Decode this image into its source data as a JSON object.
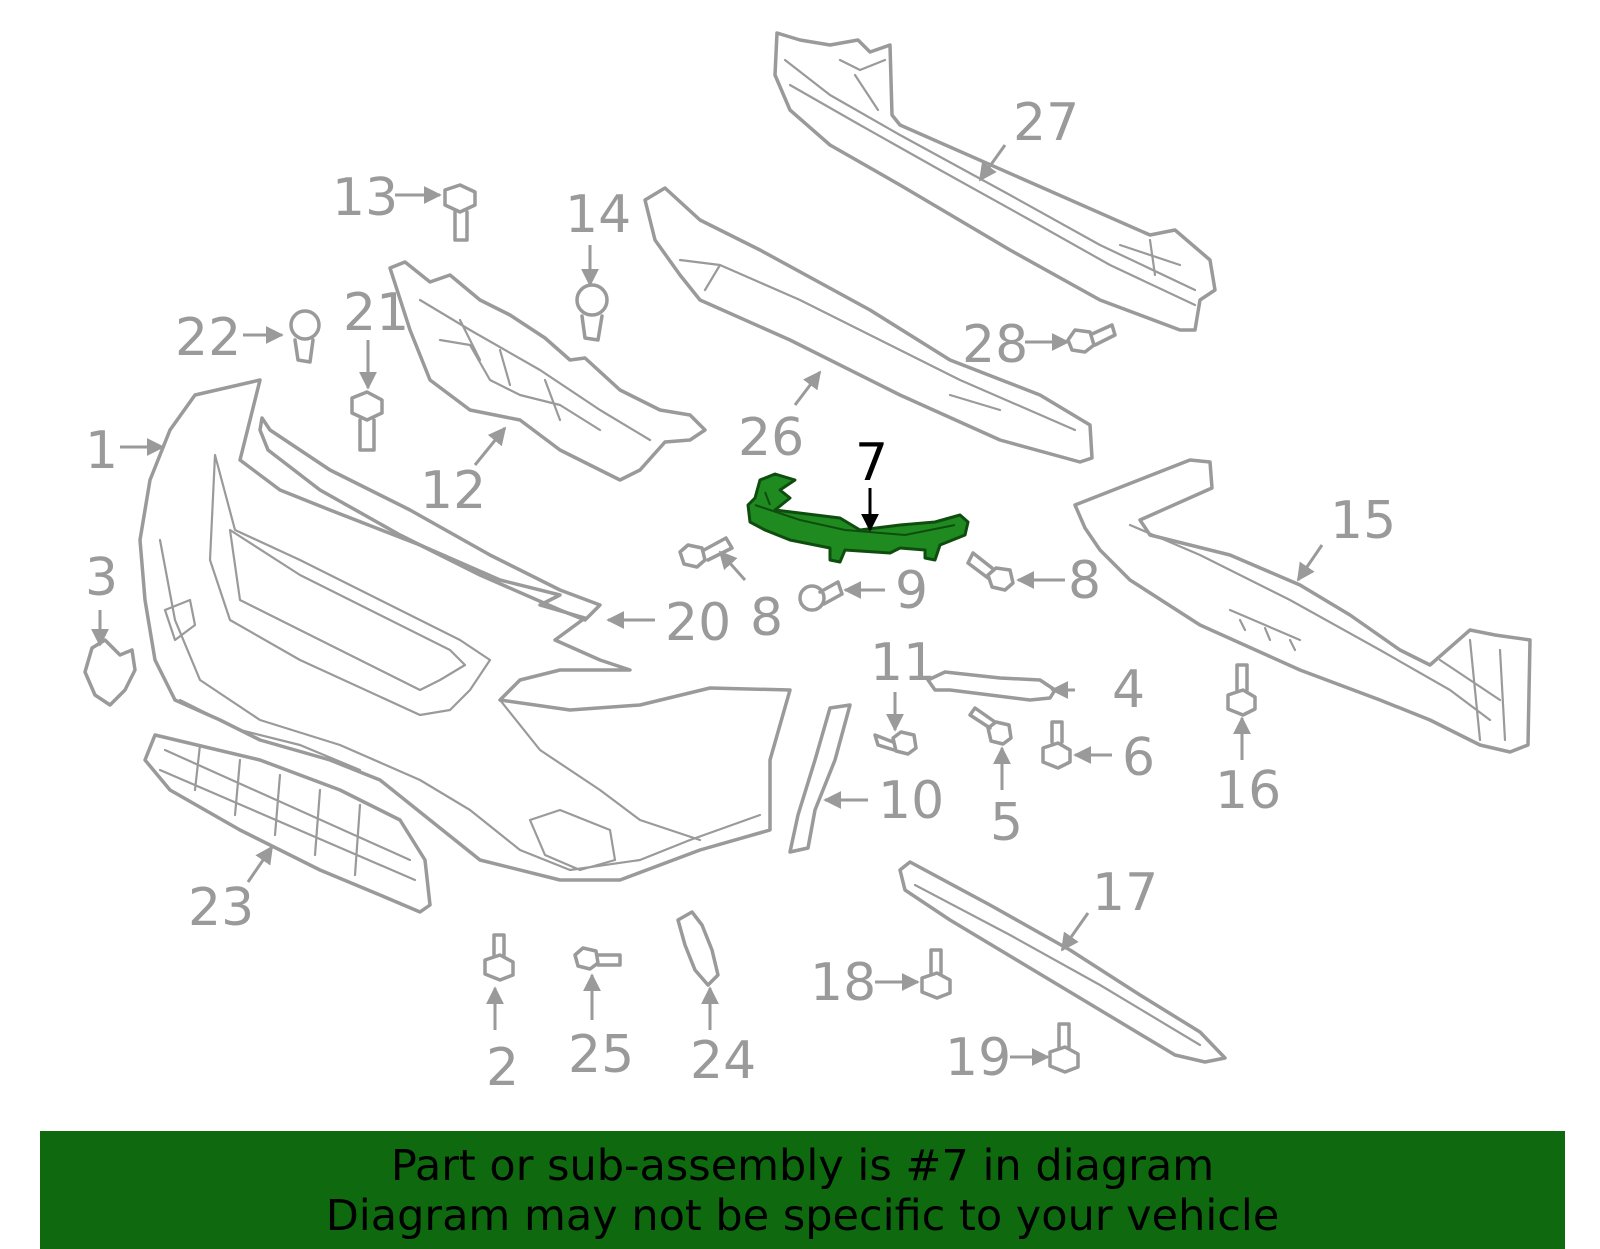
{
  "diagram": {
    "highlight_color": "#1f8a1f",
    "line_color": "#9a9a9a",
    "highlighted_callout": "7",
    "callouts": {
      "c1": "1",
      "c2": "2",
      "c3": "3",
      "c4": "4",
      "c5": "5",
      "c6": "6",
      "c7": "7",
      "c8a": "8",
      "c8b": "8",
      "c9": "9",
      "c10": "10",
      "c11": "11",
      "c12": "12",
      "c13": "13",
      "c14": "14",
      "c15": "15",
      "c16": "16",
      "c17": "17",
      "c18": "18",
      "c19": "19",
      "c20": "20",
      "c21": "21",
      "c22": "22",
      "c23": "23",
      "c24": "24",
      "c25": "25",
      "c26": "26",
      "c27": "27",
      "c28": "28"
    }
  },
  "banner": {
    "background": "#0f6a0f",
    "line1": "Part or sub-assembly is #7 in diagram",
    "line2": "Diagram may not be specific to your vehicle"
  }
}
